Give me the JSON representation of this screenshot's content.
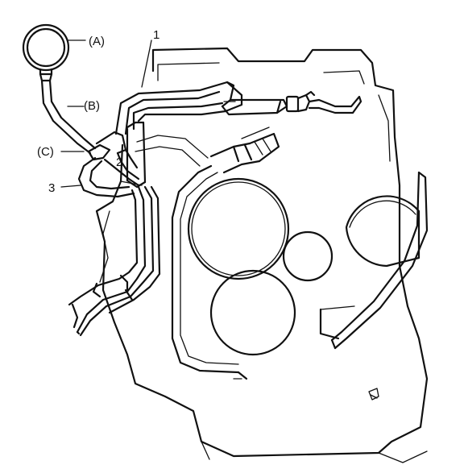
{
  "diagram": {
    "callouts": {
      "label_a": "(A)",
      "label_b": "(B)",
      "label_c": "(C)",
      "label_1": "1",
      "label_2": "2",
      "label_3": "3"
    }
  }
}
